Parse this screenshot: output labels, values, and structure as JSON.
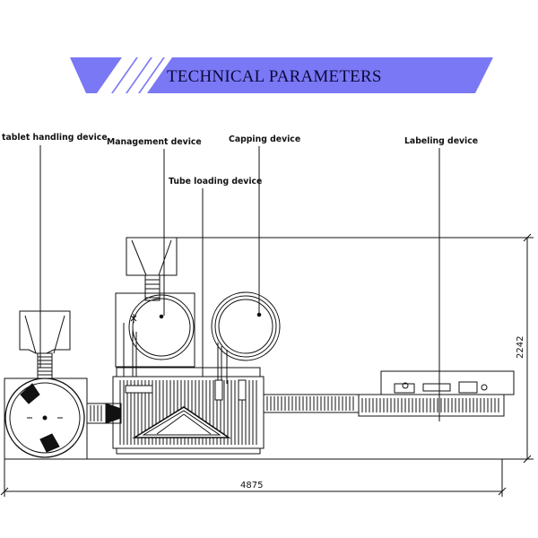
{
  "banner": {
    "title": "TECHNICAL PARAMETERS",
    "color": "#7b78f5",
    "stripe_color": "#ffffff"
  },
  "callouts": {
    "tablet_handling": "tablet handling device",
    "management": "Management device",
    "tube_loading": "Tube loading device",
    "capping": "Capping device",
    "labeling": "Labeling device"
  },
  "dimensions": {
    "overall_length": "4875",
    "overall_height": "2242"
  },
  "colors": {
    "line": "#111111",
    "background": "#ffffff"
  }
}
